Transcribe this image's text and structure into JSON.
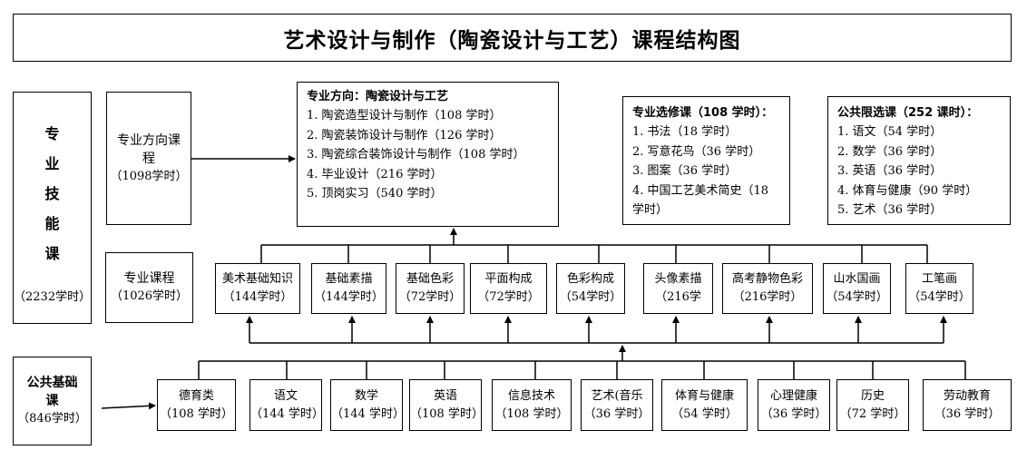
{
  "title": "艺术设计与制作（陶瓷设计与工艺）课程结构图",
  "pro_skill": {
    "chars": [
      "专",
      "业",
      "技",
      "能",
      "课"
    ],
    "hours": "（2232学时）"
  },
  "direction_course": {
    "name_line1": "专业方向课",
    "name_line2": "程",
    "hours": "（1098学时）"
  },
  "direction_box": {
    "heading": "专业方向：陶瓷设计与工艺",
    "items": [
      "1.  陶瓷造型设计与制作（108 学时）",
      "2.  陶瓷装饰设计与制作（126 学时）",
      "3.  陶瓷综合装饰设计与制作（108 学时）",
      "4.  毕业设计（216 学时）",
      "5.  顶岗实习（540 学时）"
    ]
  },
  "elective_box": {
    "heading": "专业选修课（108 学时）：",
    "items": [
      "1.  书法（18 学时）",
      "2.  写意花鸟（36 学时）",
      "3.  图案（36 学时）",
      "4. 中国工艺美术简史（18",
      "学时）"
    ]
  },
  "public_elective_box": {
    "heading": "公共限选课（252 课时）：",
    "items": [
      "1.  语文（54 学时）",
      "2.  数学（36 学时）",
      "3.  英语（36 学时）",
      "4.  体育与健康（90 学时）",
      "5.  艺术（36 学时）"
    ]
  },
  "major_course": {
    "name": "专业课程",
    "hours": "（1026学时）"
  },
  "major_courses": [
    {
      "name": "美术基础知识",
      "hours": "（144学时）"
    },
    {
      "name": "基础素描",
      "hours": "（144学时）"
    },
    {
      "name": "基础色彩",
      "hours": "（72学时）"
    },
    {
      "name": "平面构成",
      "hours": "（72学时）"
    },
    {
      "name": "色彩构成",
      "hours": "（54学时）"
    },
    {
      "name": "头像素描",
      "hours": "（216学"
    },
    {
      "name": "高考静物色彩",
      "hours": "（216学时）"
    },
    {
      "name": "山水国画",
      "hours": "（54学时）"
    },
    {
      "name": "工笔画",
      "hours": "（54学时）"
    }
  ],
  "public_basic": {
    "name_line1": "公共基础",
    "name_line2": "课",
    "hours": "（846学时）"
  },
  "public_courses": [
    {
      "name": "德育类",
      "hours": "（108 学时）"
    },
    {
      "name": "语文",
      "hours": "（144 学时）"
    },
    {
      "name": "数学",
      "hours": "（144 学时）"
    },
    {
      "name": "英语",
      "hours": "（108 学时）"
    },
    {
      "name": "信息技术",
      "hours": "（108 学时）"
    },
    {
      "name": "艺术(音乐",
      "hours": "（36 学时）"
    },
    {
      "name": "体育与健康",
      "hours": "（54 学时）"
    },
    {
      "name": "心理健康",
      "hours": "（36 学时）"
    },
    {
      "name": "历史",
      "hours": "（72 学时）"
    },
    {
      "name": "劳动教育",
      "hours": "（36 学时）"
    }
  ]
}
